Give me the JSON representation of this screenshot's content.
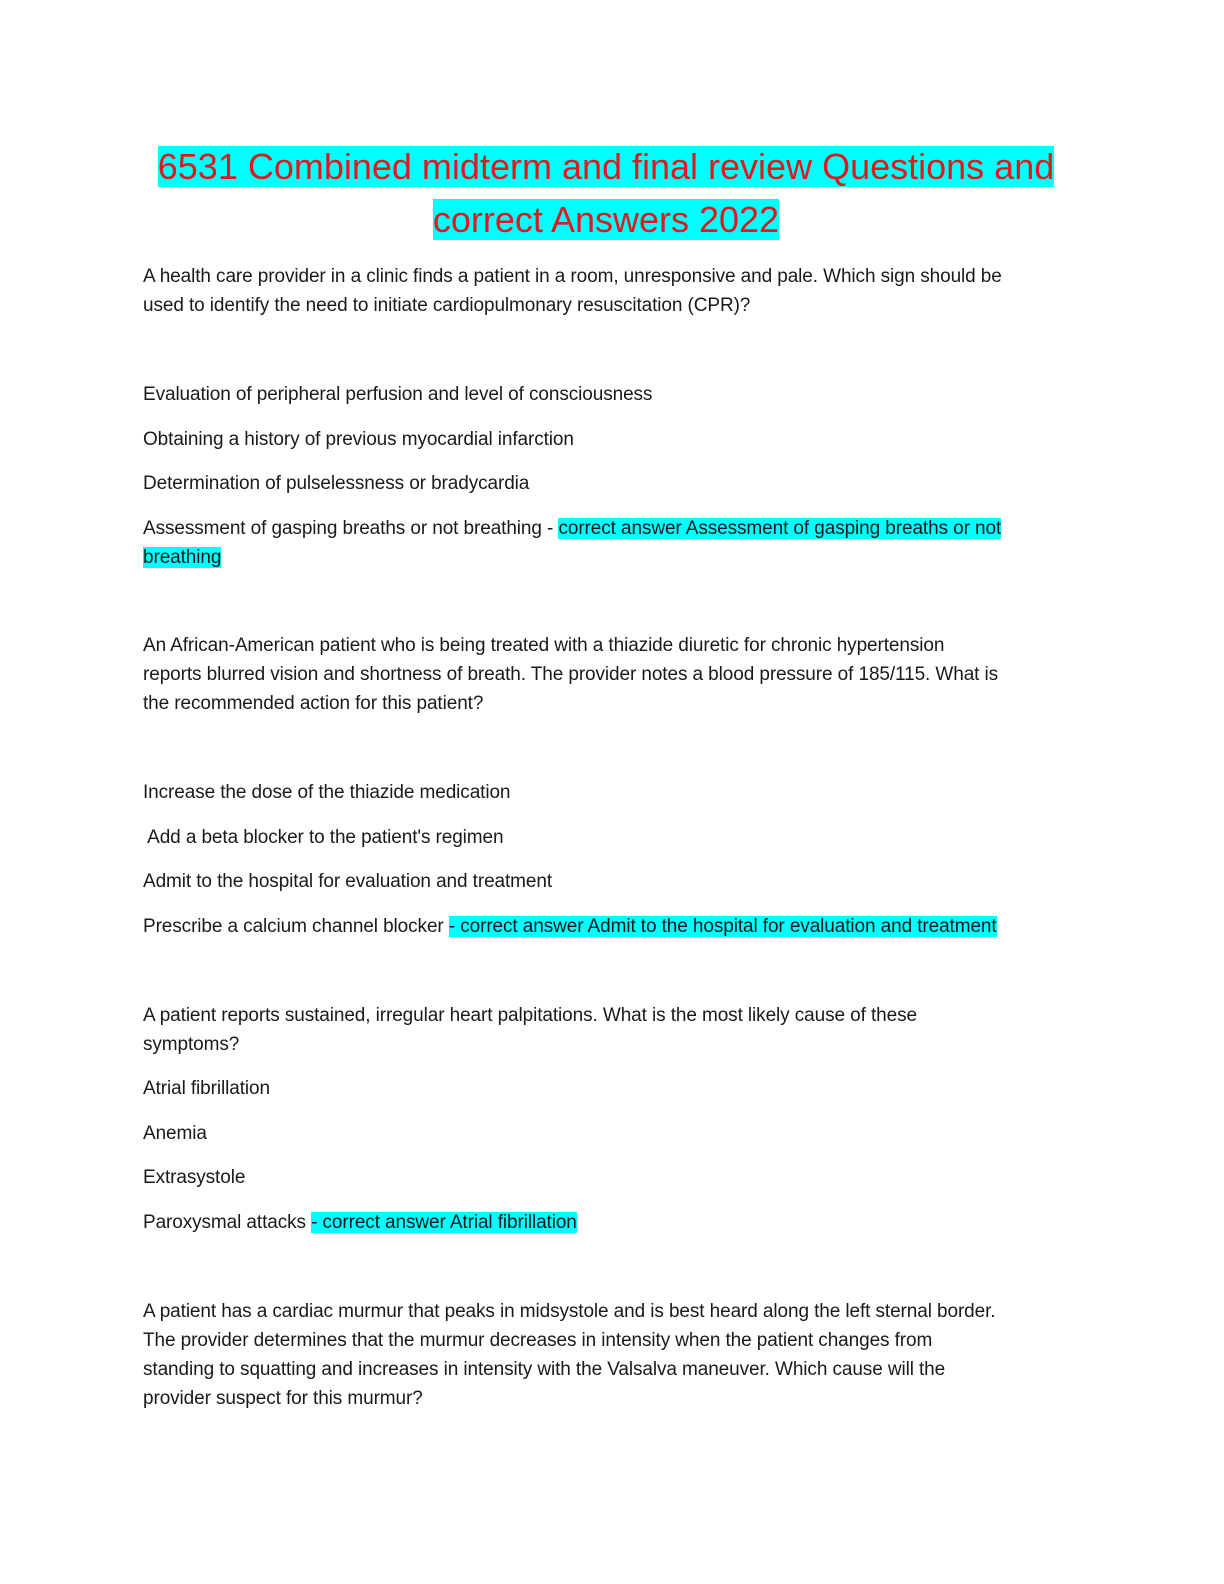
{
  "document": {
    "title_line1": "6531 Combined midterm and final review Questions and",
    "title_line2": "correct Answers 2022",
    "questions": [
      {
        "stem": [
          "A health care provider in a clinic finds a patient in a room, unresponsive and pale. Which sign should be",
          "used to identify the need to initiate cardiopulmonary resuscitation (CPR)?"
        ],
        "options": [
          "Evaluation of peripheral perfusion and level of consciousness",
          "Obtaining a history of previous myocardial infarction",
          "Determination of pulselessness or bradycardia",
          "Assessment of gasping breaths or not breathing - "
        ],
        "answer_line1": "correct answer Assessment of gasping breaths or not",
        "answer_line2": "breathing"
      },
      {
        "stem": [
          "An African-American patient who is being treated with a thiazide diuretic for chronic hypertension",
          "reports blurred vision and shortness of breath. The provider notes a blood pressure of 185/115. What is",
          "the recommended action for this patient?"
        ],
        "options": [
          "Increase the dose of the thiazide medication",
          " Add a beta blocker to the patient's regimen",
          "Admit to the hospital for evaluation and treatment",
          "Prescribe a calcium channel blocker "
        ],
        "answer_line1": "- correct answer Admit to the hospital for evaluation and treatment"
      },
      {
        "stem": [
          "A patient reports sustained, irregular heart palpitations. What is the most likely cause of these",
          "symptoms?"
        ],
        "options": [
          "Atrial fibrillation",
          "Anemia",
          "Extrasystole",
          "Paroxysmal attacks "
        ],
        "answer_line1": "- correct answer Atrial fibrillation"
      },
      {
        "stem": [
          "A patient has a cardiac murmur that peaks in midsystole and is best heard along the left sternal border.",
          "The provider determines that the murmur decreases in intensity when the patient changes from",
          "standing to squatting and increases in intensity with the Valsalva maneuver. Which cause will the",
          "provider suspect for this murmur?"
        ]
      }
    ]
  },
  "colors": {
    "title_text": "#e0191f",
    "highlight": "#00ffff",
    "body_text": "#1a1a1a"
  }
}
